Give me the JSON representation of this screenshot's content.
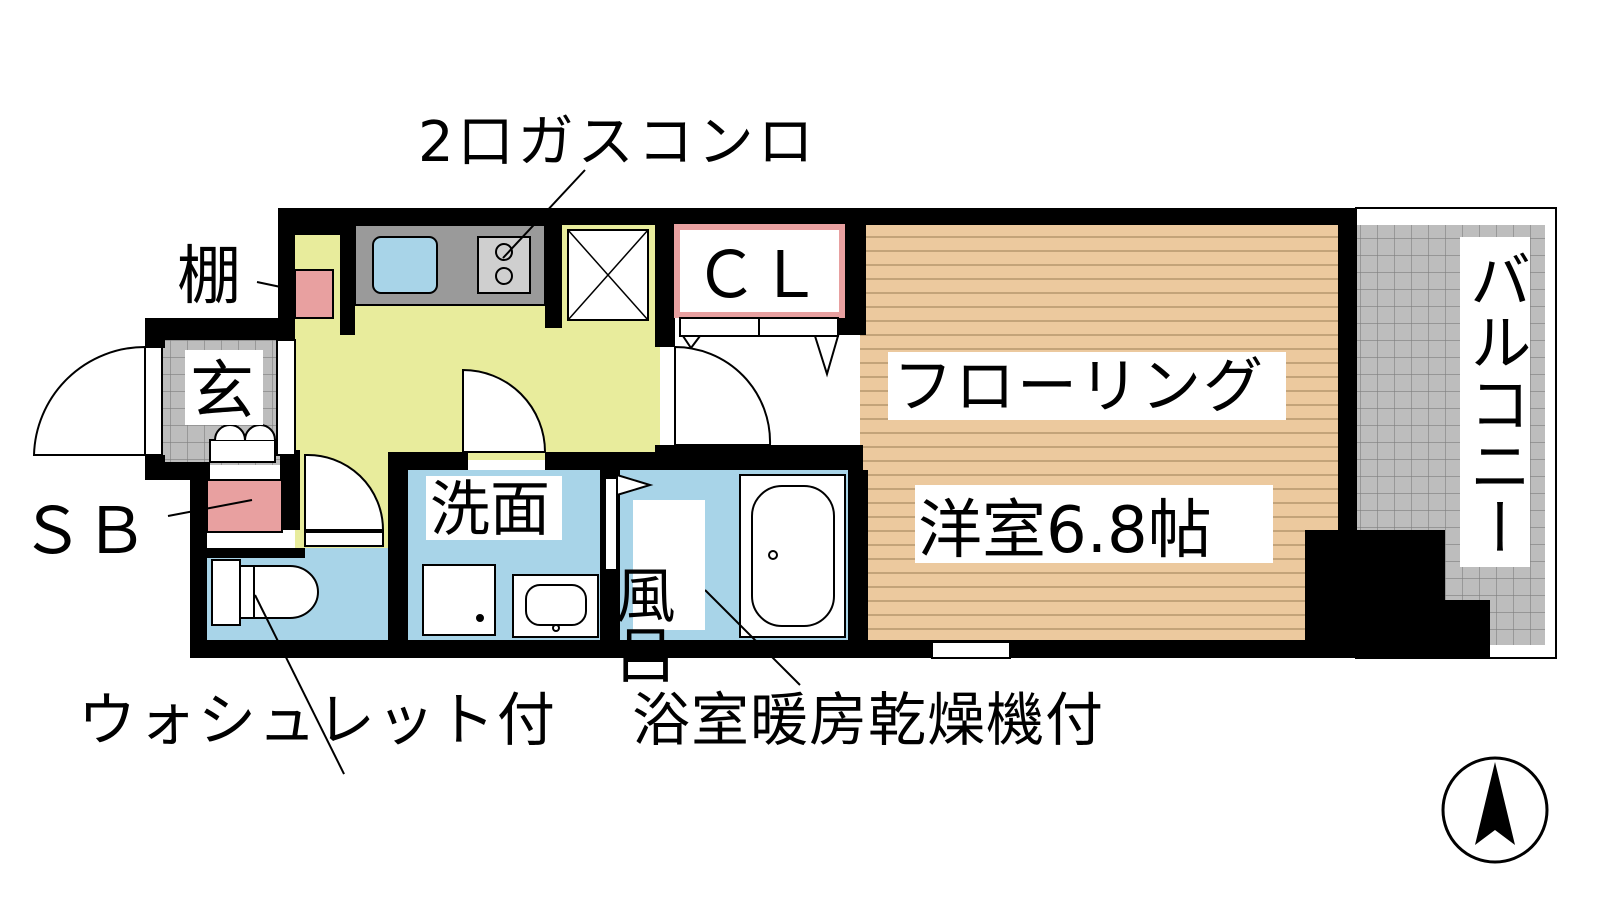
{
  "floor_plan": {
    "rooms": {
      "western": "洋室6.8帖",
      "flooring": "フローリング",
      "entrance": "玄",
      "washroom": "洗面",
      "bath": "風呂",
      "balcony": "バルコニー"
    },
    "storage": {
      "closet": "ＣＬ",
      "shelf": "棚",
      "shoe_box": "ＳＢ"
    },
    "callouts": {
      "stove": "2口ガスコンロ",
      "toilet": "ウォシュレット付",
      "bath_dryer": "浴室暖房乾燥機付"
    },
    "colors": {
      "flooring": "#ecc99e",
      "kitchen": "#e8ec9c",
      "wet_area": "#a8d4e8",
      "tile": "#b9b9b9",
      "storage": "#e8a0a0",
      "wall": "#000000"
    }
  }
}
